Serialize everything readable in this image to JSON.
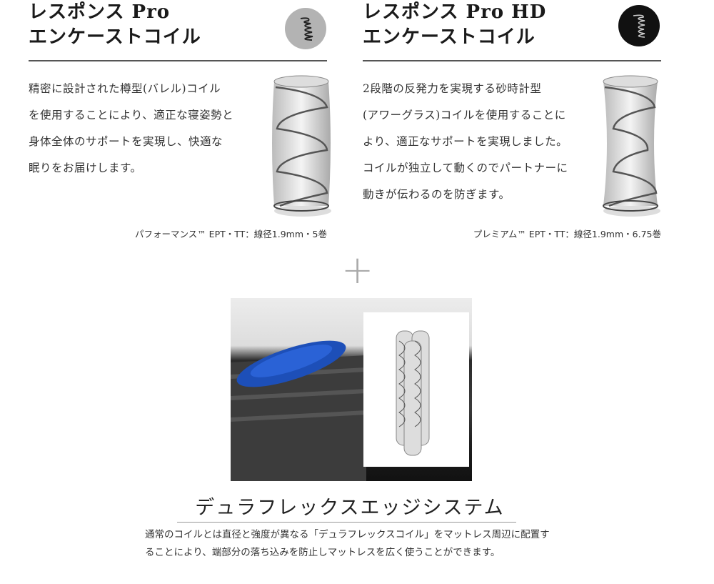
{
  "left": {
    "title_line1": "レスポンス Pro",
    "title_line2": "エンケーストコイル",
    "badge_icon": "coil-icon",
    "body": [
      "精密に設計された樽型(バレル)コイル",
      "を使用することにより、適正な寝姿勢と",
      "身体全体のサポートを実現し、快適な",
      "眠りをお届けします。"
    ],
    "caption": "パフォーマンス™ EPT・TT：線径1.9mm・5巻"
  },
  "right": {
    "title_line1": "レスポンス Pro HD",
    "title_line2": "エンケーストコイル",
    "badge_icon": "coil-icon",
    "body": [
      "2段階の反発力を実現する砂時計型",
      "(アワーグラス)コイルを使用することに",
      "より、適正なサポートを実現しました。",
      "コイルが独立して動くのでパートナーに",
      "動きが伝わるのを防ぎます。"
    ],
    "caption": "プレミアム™ EPT・TT：線径1.9mm・6.75巻"
  },
  "plus": "+",
  "edge": {
    "title": "デュラフレックスエッジシステム",
    "body": [
      "通常のコイルとは直径と強度が異なる「デュラフレックスコイル」をマットレス周辺に配置す",
      "ることにより、端部分の落ち込みを防止しマットレスを広く使うことができます。"
    ]
  }
}
